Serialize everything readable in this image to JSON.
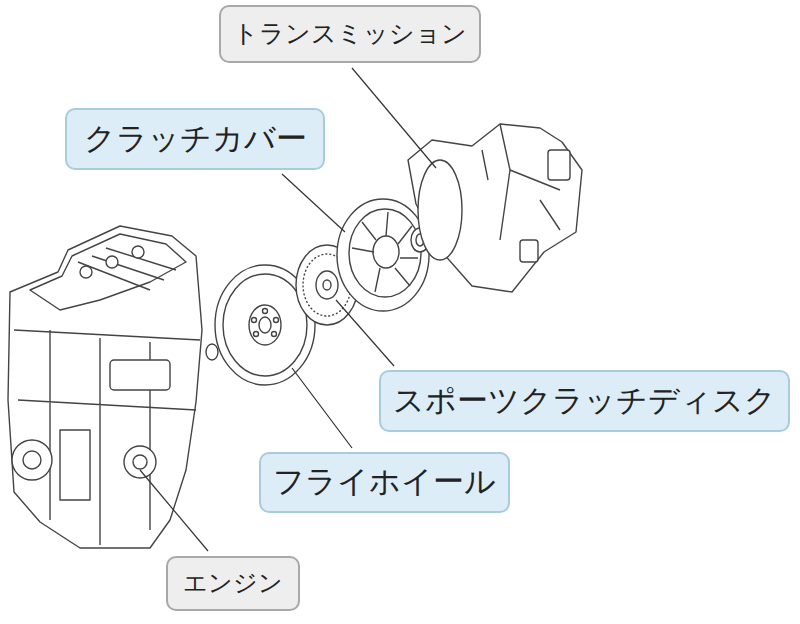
{
  "diagram": {
    "nodes": [
      {
        "text": [
          "トランスミッション"
        ]
      },
      {
        "text": [
          "クラッチカバー"
        ]
      },
      {
        "text": [
          "スポーツクラッチディスク"
        ]
      },
      {
        "text": [
          "フライホイール"
        ]
      },
      {
        "text": [
          "エンジン"
        ]
      }
    ]
  }
}
